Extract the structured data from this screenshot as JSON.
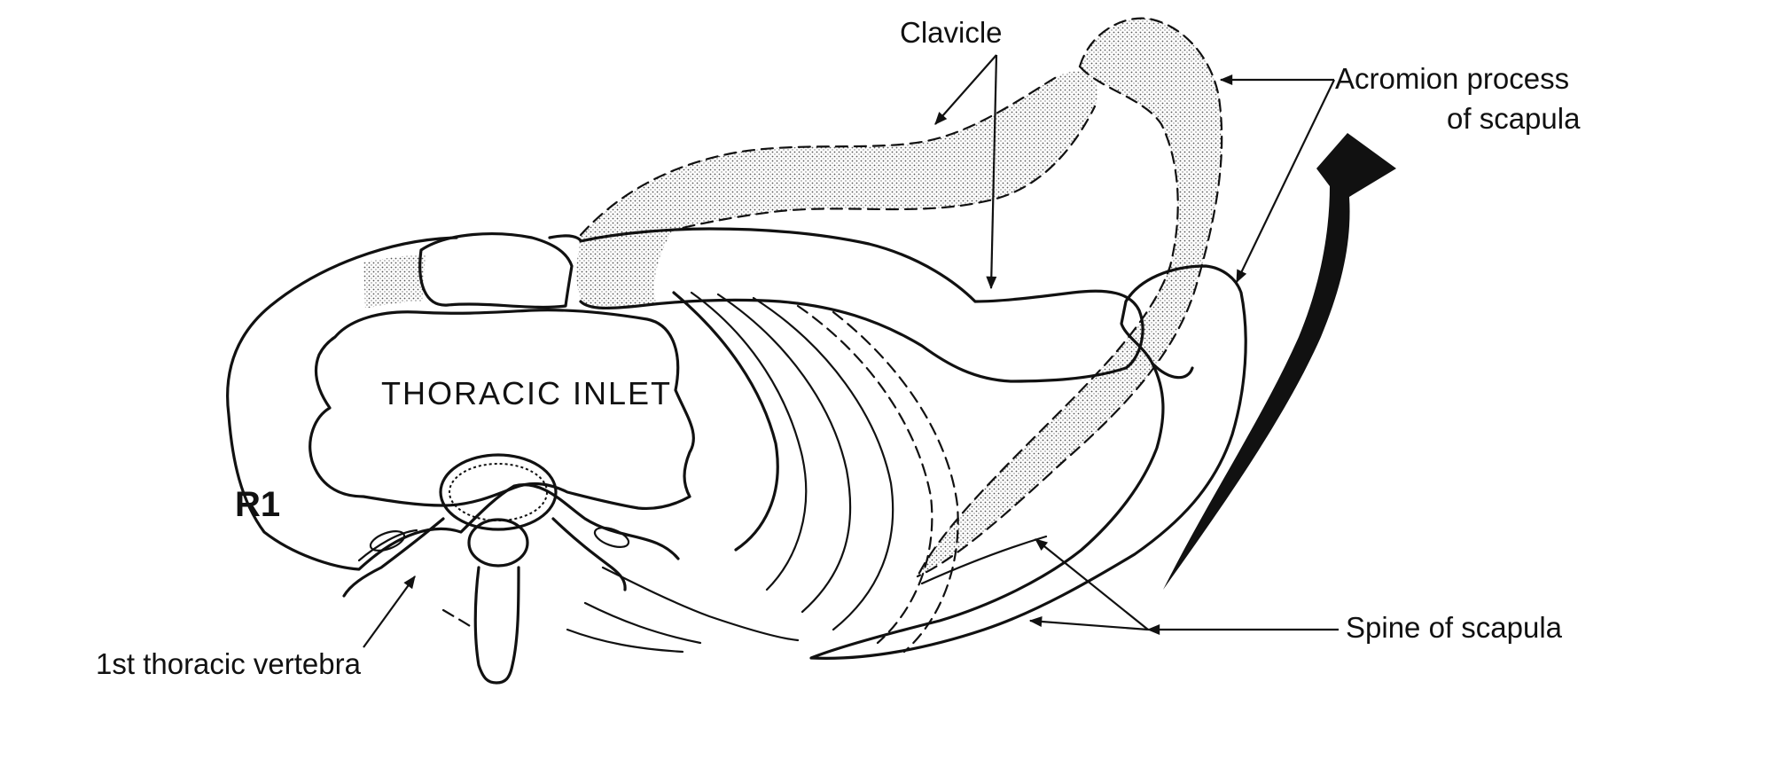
{
  "figure": {
    "inner_label": "THORACIC INLET",
    "rib_label": "R1"
  },
  "labels": {
    "clavicle": "Clavicle",
    "acromion_line1": "Acromion process",
    "acromion_line2": "of scapula",
    "spine_of_scapula": "Spine of scapula",
    "vertebra": "1st thoracic vertebra"
  },
  "colors": {
    "ink": "#111111",
    "paper": "#ffffff"
  }
}
